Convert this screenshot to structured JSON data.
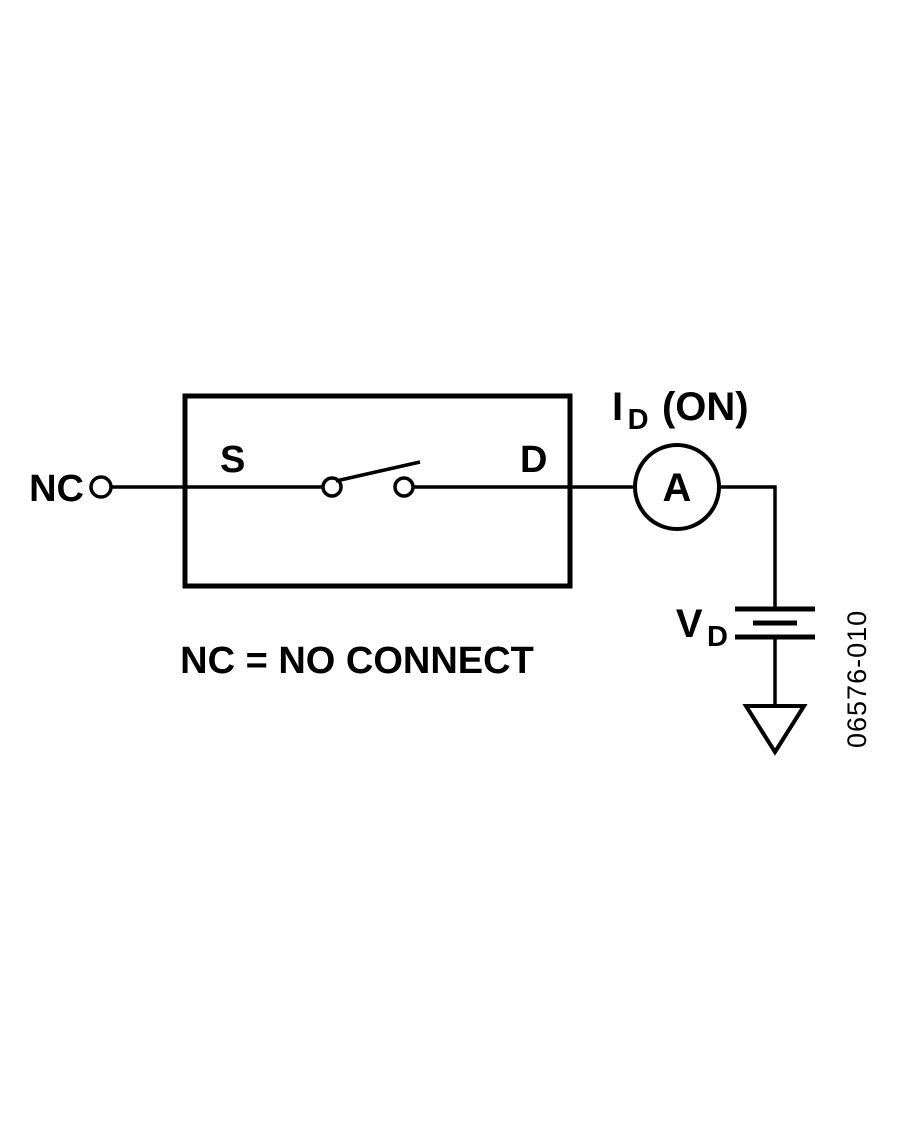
{
  "diagram": {
    "nc_label": "NC",
    "source_label": "S",
    "drain_label": "D",
    "ammeter_label": "A",
    "current_label_main": "I",
    "current_label_sub": "D",
    "current_label_suffix": "(ON)",
    "voltage_label_main": "V",
    "voltage_label_sub": "D",
    "note": "NC = NO CONNECT",
    "figure_number": "06576-010"
  },
  "colors": {
    "line": "#000000",
    "background": "#ffffff"
  }
}
